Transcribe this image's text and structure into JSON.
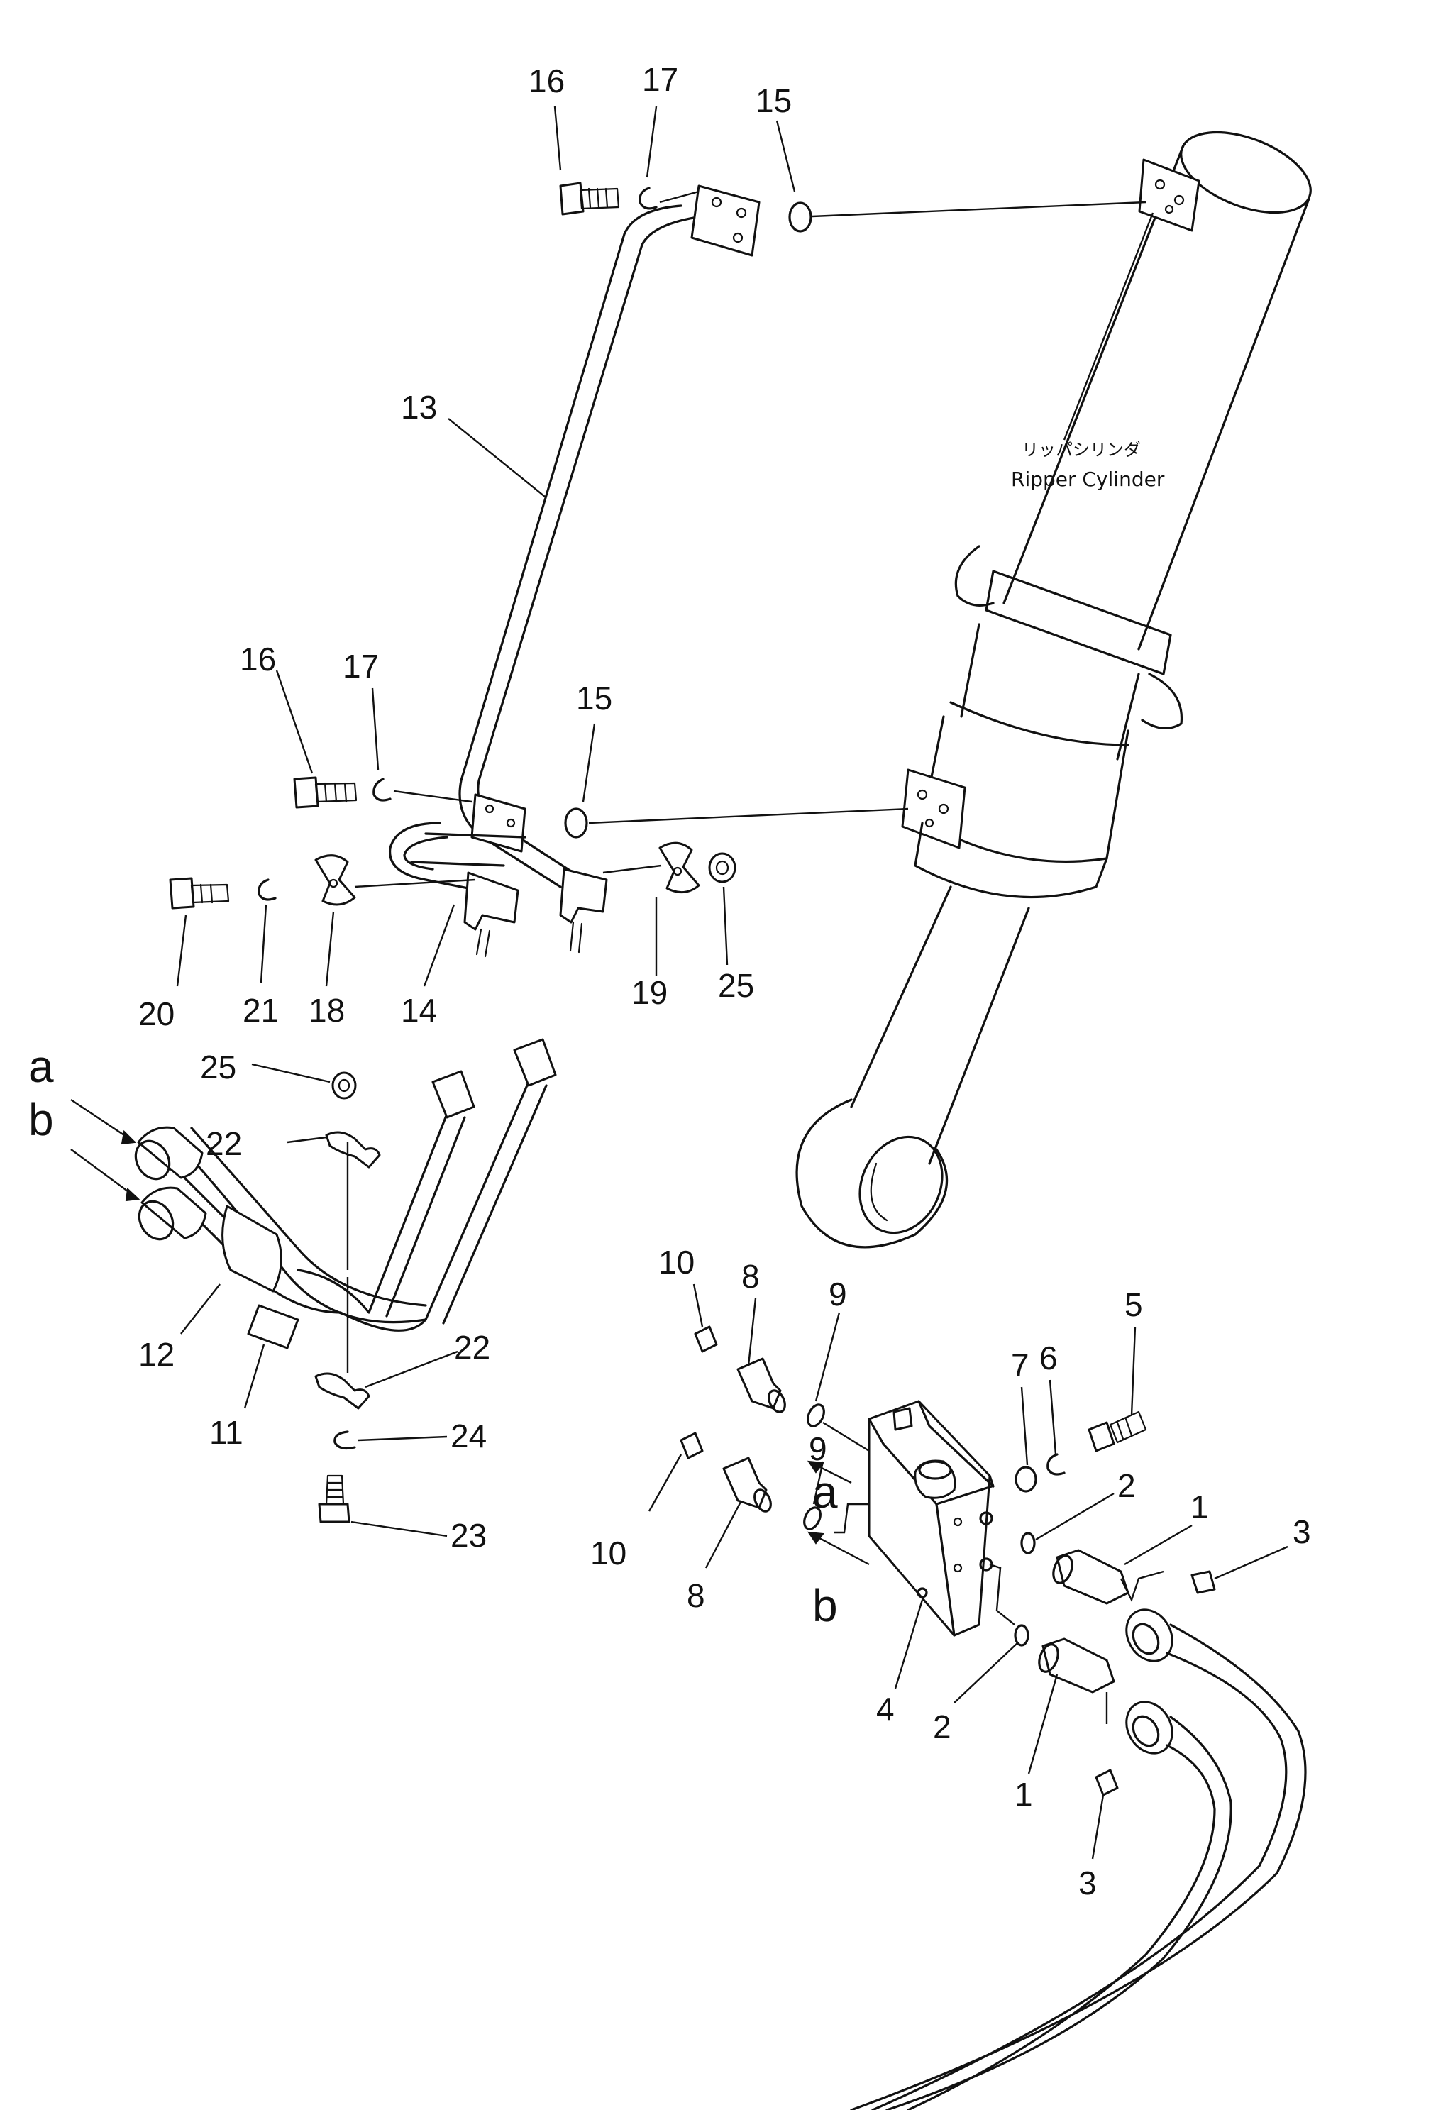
{
  "labels": {
    "cylinder_jp": "リッパシリンダ",
    "cylinder_en": "Ripper Cylinder",
    "port_a": "a",
    "port_b": "b"
  },
  "callouts": [
    {
      "id": "c16a",
      "text": "16"
    },
    {
      "id": "c17a",
      "text": "17"
    },
    {
      "id": "c15a",
      "text": "15"
    },
    {
      "id": "c13",
      "text": "13"
    },
    {
      "id": "c16b",
      "text": "16"
    },
    {
      "id": "c17b",
      "text": "17"
    },
    {
      "id": "c15b",
      "text": "15"
    },
    {
      "id": "c20",
      "text": "20"
    },
    {
      "id": "c21",
      "text": "21"
    },
    {
      "id": "c18",
      "text": "18"
    },
    {
      "id": "c14",
      "text": "14"
    },
    {
      "id": "c19",
      "text": "19"
    },
    {
      "id": "c25a",
      "text": "25"
    },
    {
      "id": "c25b",
      "text": "25"
    },
    {
      "id": "c22a",
      "text": "22"
    },
    {
      "id": "c22b",
      "text": "22"
    },
    {
      "id": "c12",
      "text": "12"
    },
    {
      "id": "c11",
      "text": "11"
    },
    {
      "id": "c24",
      "text": "24"
    },
    {
      "id": "c23",
      "text": "23"
    },
    {
      "id": "c10a",
      "text": "10"
    },
    {
      "id": "c8a",
      "text": "8"
    },
    {
      "id": "c9a",
      "text": "9"
    },
    {
      "id": "c10b",
      "text": "10"
    },
    {
      "id": "c9b",
      "text": "9"
    },
    {
      "id": "c8b",
      "text": "8"
    },
    {
      "id": "c7",
      "text": "7"
    },
    {
      "id": "c6",
      "text": "6"
    },
    {
      "id": "c5",
      "text": "5"
    },
    {
      "id": "c2a",
      "text": "2"
    },
    {
      "id": "c1a",
      "text": "1"
    },
    {
      "id": "c3a",
      "text": "3"
    },
    {
      "id": "c4",
      "text": "4"
    },
    {
      "id": "c2b",
      "text": "2"
    },
    {
      "id": "c1b",
      "text": "1"
    },
    {
      "id": "c3b",
      "text": "3"
    }
  ]
}
